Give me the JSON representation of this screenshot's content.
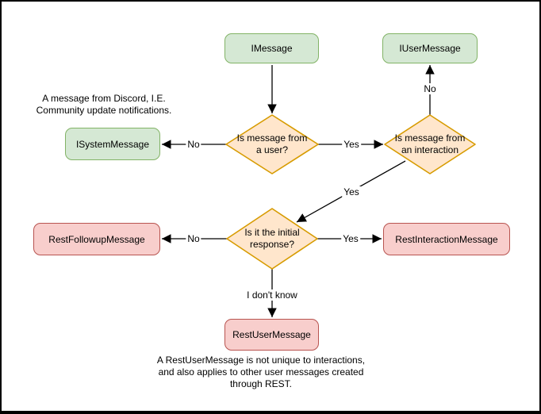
{
  "palette": {
    "green_fill": "#d5e8d4",
    "green_stroke": "#82b366",
    "orange_fill": "#ffe6cc",
    "orange_stroke": "#d79b00",
    "red_fill": "#f8cecc",
    "red_stroke": "#b85450",
    "edge_color": "#000000",
    "text_color": "#000000",
    "background": "#ffffff"
  },
  "nodes": {
    "imessage": {
      "label": "IMessage",
      "color": "green",
      "shape": "rounded-rect"
    },
    "iusermessage": {
      "label": "IUserMessage",
      "color": "green",
      "shape": "rounded-rect"
    },
    "isystemmessage": {
      "label": "ISystemMessage",
      "color": "green",
      "shape": "rounded-rect"
    },
    "restfollowupmessage": {
      "label": "RestFollowupMessage",
      "color": "red",
      "shape": "rounded-rect"
    },
    "restinteractionmessage": {
      "label": "RestInteractionMessage",
      "color": "red",
      "shape": "rounded-rect"
    },
    "restusermessage": {
      "label": "RestUserMessage",
      "color": "red",
      "shape": "rounded-rect"
    },
    "q_user": {
      "label": "Is message from\na user?",
      "color": "orange",
      "shape": "diamond"
    },
    "q_interaction": {
      "label": "Is message from\nan interaction",
      "color": "orange",
      "shape": "diamond"
    },
    "q_initial": {
      "label": "Is it the initial\nresponse?",
      "color": "orange",
      "shape": "diamond"
    }
  },
  "edge_labels": {
    "no_to_isystemmessage": "No",
    "yes_to_q_interaction": "Yes",
    "no_to_iusermessage": "No",
    "yes_to_q_initial": "Yes",
    "no_to_restfollowupmessage": "No",
    "yes_to_restinteractionmessage": "Yes",
    "dont_know_to_restusermessage": "I don't know"
  },
  "notes": {
    "isystemmessage_note": "A message from Discord, I.E.\nCommunity update notifications.",
    "restusermessage_note": "A RestUserMessage is not unique to interactions,\nand also applies to other user messages created\nthrough REST."
  }
}
